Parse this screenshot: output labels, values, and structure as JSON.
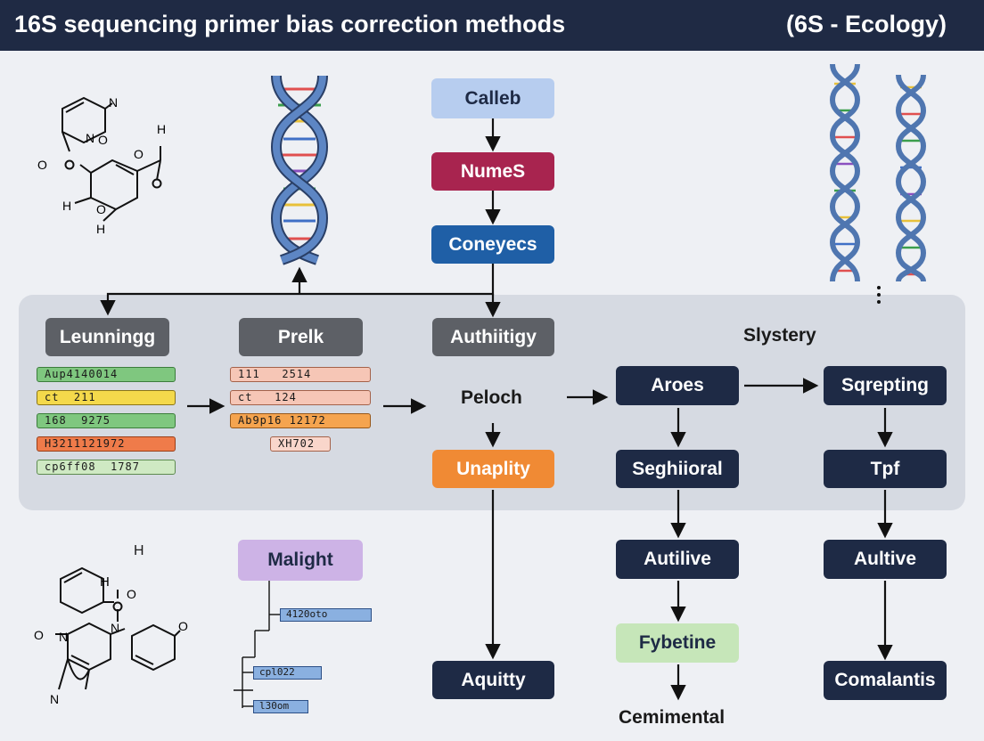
{
  "header": {
    "title": "16S sequencing primer bias correction methods",
    "tag": "(6S - Ecology)"
  },
  "top_flow": {
    "box1": "Calleb",
    "box2": "NumeS",
    "box3": "Coneyecs"
  },
  "band": {
    "col1": {
      "title": "Leunningg",
      "chips": [
        "Aup4140014",
        "ct  211",
        "168  9275",
        "H3211121972",
        "cp6ff08  1787"
      ]
    },
    "col2": {
      "title": "Prelk",
      "chips": [
        "111   2514",
        "ct   124",
        "Ab9p16 12172",
        "XH702"
      ]
    },
    "col3": {
      "title": "Authiitigy",
      "label": "Peloch",
      "box": "Unaplity"
    },
    "col4_label": "Slystery",
    "col4_box1": "Aroes",
    "col4_box2": "Seghiioral",
    "col5_box1": "Sqrepting",
    "col5_box2": "Tpf"
  },
  "lower": {
    "malight": "Malight",
    "h_label": "H",
    "small_chips": [
      "4120oto",
      "cpl022",
      "l30om"
    ],
    "aquitty": "Aquitty",
    "autilive": "Autilive",
    "fybetine": "Fybetine",
    "cemimental": "Cemimental",
    "aultive": "Aultive",
    "comalantis": "Comalantis"
  },
  "molecule1": {
    "atoms": [
      "N",
      "N",
      "O",
      "O",
      "H",
      "H",
      "O",
      "O",
      "H"
    ]
  },
  "molecule2": {
    "atoms": [
      "H",
      "O",
      "O",
      "N",
      "N",
      "N",
      "O"
    ]
  },
  "colors": {
    "header": "#1f2a44",
    "navy": "#1e2a45",
    "band": "#d6dae2",
    "calleb": "#b7cdef",
    "numes": "#a8244f",
    "coneyecs": "#1f5fa6",
    "unaplity": "#f08a34",
    "malight": "#cdb3e6",
    "fybetine": "#c6e6b9"
  }
}
